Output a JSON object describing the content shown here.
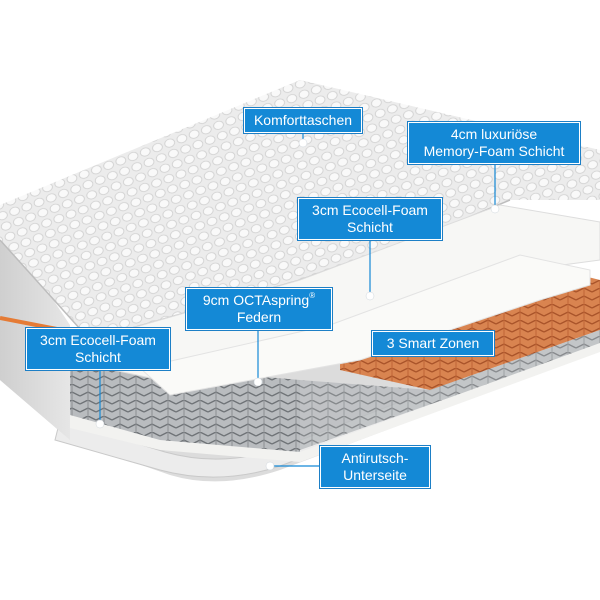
{
  "colors": {
    "label_bg": "#1489d6",
    "label_text": "#ffffff",
    "leader_line": "#1489d6",
    "spring_orange": "#d9773f",
    "spring_gray": "#8f9397",
    "foam_white": "#f7f7f5",
    "cover_gray": "#e3e3e3"
  },
  "labels": {
    "komfort": "Komforttaschen",
    "memory_line1": "4cm luxuriöse",
    "memory_line2": "Memory-Foam Schicht",
    "ecocell_top_line1": "3cm Ecocell-Foam",
    "ecocell_top_line2": "Schicht",
    "octa_line1": "9cm OCTAspring",
    "octa_reg": "®",
    "octa_line2": "Federn",
    "ecocell_left_line1": "3cm Ecocell-Foam",
    "ecocell_left_line2": "Schicht",
    "zones": "3 Smart Zonen",
    "antirutsch_line1": "Antirutsch-",
    "antirutsch_line2": "Unterseite"
  },
  "icons": {
    "marker": "dot-icon"
  }
}
